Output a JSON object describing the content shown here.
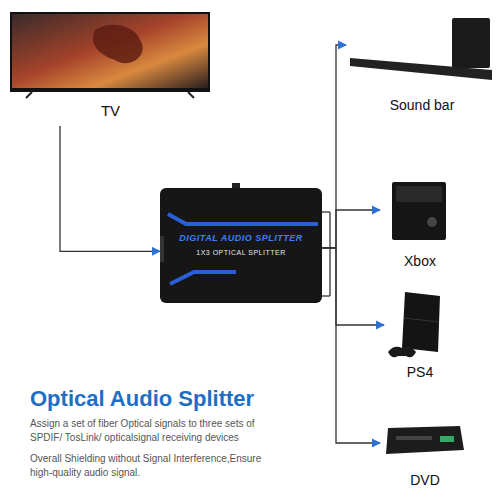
{
  "diagram": {
    "title": "Optical Audio Splitter",
    "nodes": [
      {
        "text": [
          "TV"
        ]
      },
      {
        "text": [
          "DIGITAL AUDIO SPLITTER",
          "1X3 OPTICAL SPLITTER"
        ]
      },
      {
        "text": [
          "Sound bar"
        ]
      },
      {
        "text": [
          "Xbox"
        ]
      },
      {
        "text": [
          "PS4"
        ]
      },
      {
        "text": [
          "DVD"
        ]
      }
    ],
    "edges": [
      {
        "from": 0,
        "to": 1,
        "arrow": "to"
      },
      {
        "from": 1,
        "to": 2,
        "arrow": "to"
      },
      {
        "from": 1,
        "to": 3,
        "arrow": "to"
      },
      {
        "from": 1,
        "to": 4,
        "arrow": "to"
      },
      {
        "from": 1,
        "to": 5,
        "arrow": "to"
      }
    ],
    "labels": [
      "Assign a set of fiber Optical signals to three sets of SPDIF/ TosLink/ opticalsignal receiving devices",
      "Overall Shielding without Signal Interference,Ensure high-quality audio signal."
    ]
  }
}
